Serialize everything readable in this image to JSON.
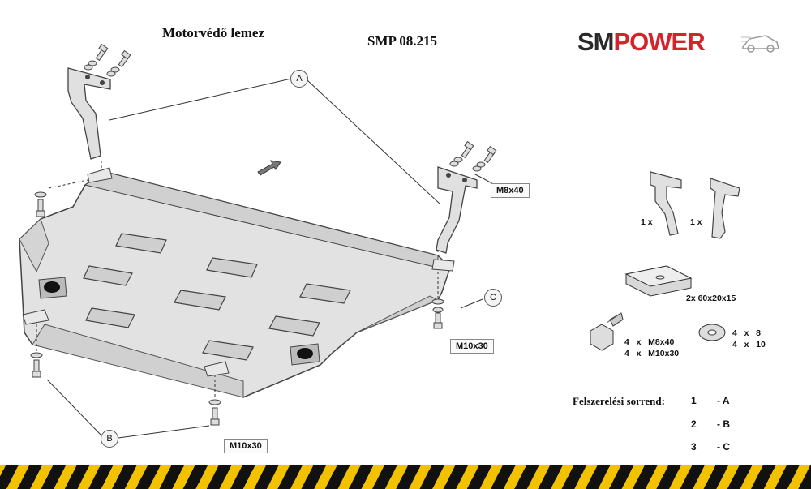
{
  "header": {
    "title": "Motorvédő lemez",
    "code": "SMP 08.215",
    "brand_prefix": "SM",
    "brand_suffix": "POWER"
  },
  "callouts": {
    "a": "A",
    "b": "B",
    "c": "C"
  },
  "bolt_labels": {
    "top_right": "M8x40",
    "right": "M10x30",
    "bottom": "M10x30"
  },
  "parts": {
    "bracket_left_qty": "1 x",
    "bracket_right_qty": "1 x",
    "spacer": "2x  60x20x15",
    "bolt_line1": "4   x   M8x40",
    "bolt_line2": "4   x   M10x30",
    "washer_line1": "4   x   8",
    "washer_line2": "4   x   10"
  },
  "sequence": {
    "label": "Felszerelési sorrend:",
    "steps": [
      {
        "num": "1",
        "code": "- A"
      },
      {
        "num": "2",
        "code": "- B"
      },
      {
        "num": "3",
        "code": "- C"
      }
    ]
  },
  "colors": {
    "brand_red": "#d0262b",
    "brand_dark": "#2a2a2a",
    "stripe_yellow": "#f2c200",
    "stripe_black": "#111111",
    "plate_fill": "#e2e2e2",
    "plate_stroke": "#444444"
  }
}
